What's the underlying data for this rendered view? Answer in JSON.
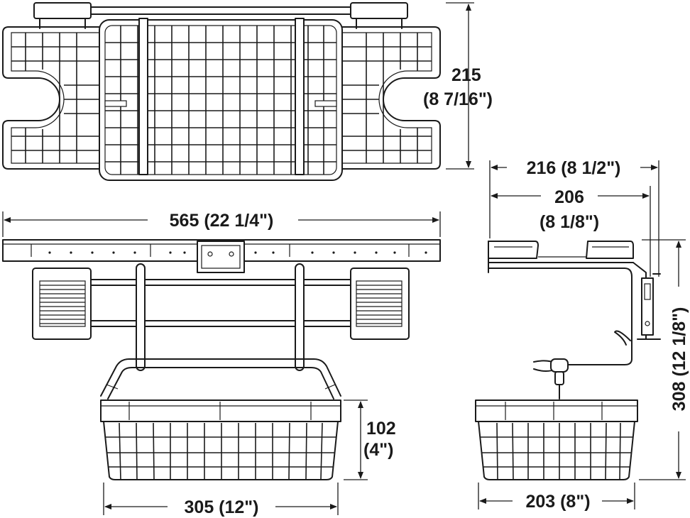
{
  "dimensions": {
    "top_height_mm": "215",
    "top_height_in": "(8 7/16\")",
    "overall_width": "565 (22 1/4\")",
    "basket_width": "305 (12\")",
    "basket_height_mm": "102",
    "basket_height_in": "(4\")",
    "side_outer_width": "216 (8 1/2\")",
    "side_inner_width_mm": "206",
    "side_inner_width_in": "(8 1/8\")",
    "side_height": "308 (12 1/8\")",
    "side_basket_width": "203 (8\")"
  }
}
